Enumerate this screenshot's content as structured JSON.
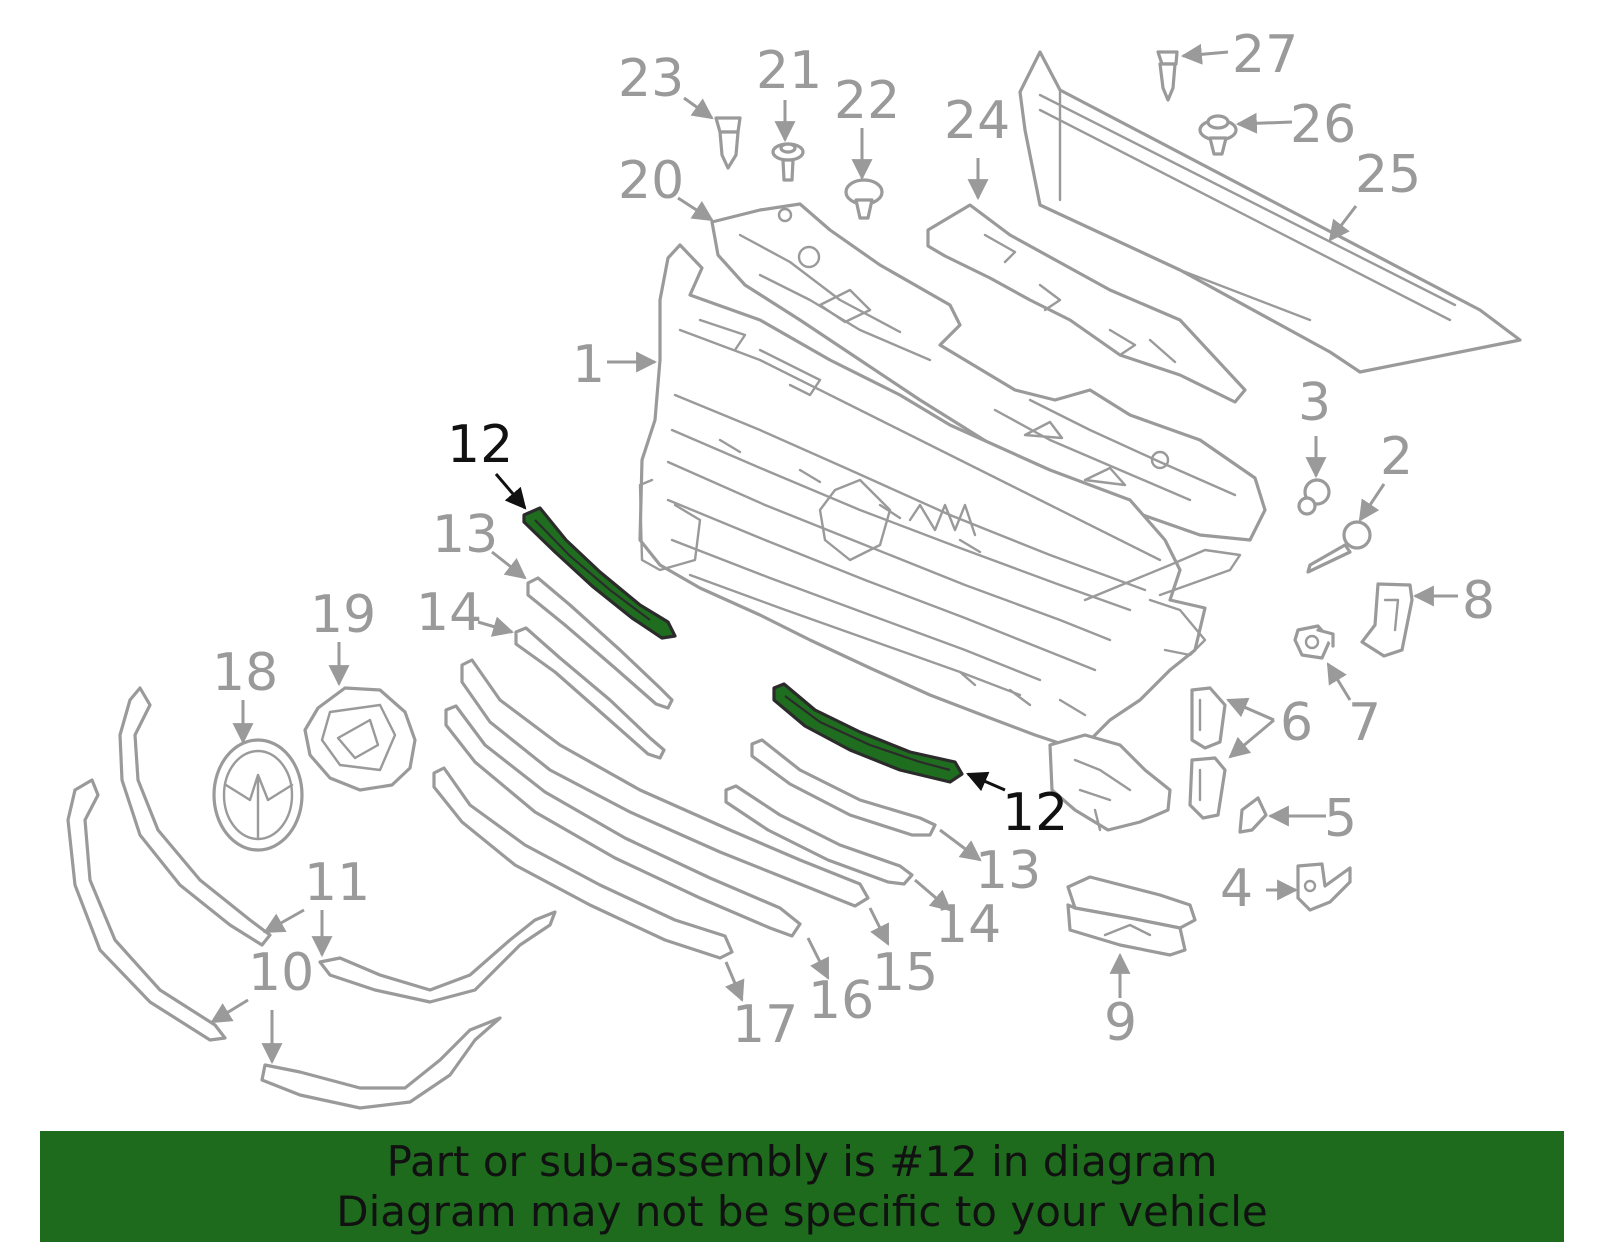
{
  "diagram": {
    "highlight_color": "#1e6b1e",
    "part_color": "#9a9a9a",
    "callouts": {
      "c1": "1",
      "c2": "2",
      "c3": "3",
      "c4": "4",
      "c5": "5",
      "c6": "6",
      "c7": "7",
      "c8": "8",
      "c9": "9",
      "c10": "10",
      "c11": "11",
      "c12a": "12",
      "c12b": "12",
      "c13a": "13",
      "c13b": "13",
      "c14a": "14",
      "c14b": "14",
      "c15": "15",
      "c16": "16",
      "c17": "17",
      "c18": "18",
      "c19": "19",
      "c20": "20",
      "c21": "21",
      "c22": "22",
      "c23": "23",
      "c24": "24",
      "c25": "25",
      "c26": "26",
      "c27": "27"
    }
  },
  "footer": {
    "line1": "Part or sub-assembly is #12 in diagram",
    "line2": "Diagram may not be specific to your vehicle"
  }
}
